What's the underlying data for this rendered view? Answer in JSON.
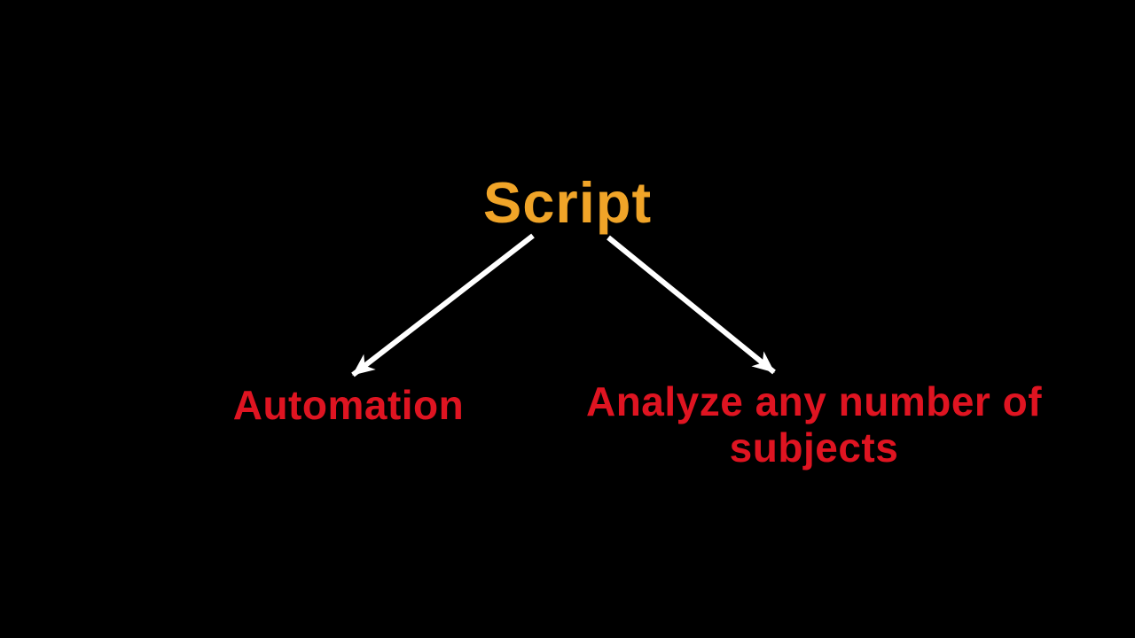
{
  "diagram": {
    "background_color": "#000000",
    "arrow_color": "#FFFFFF",
    "root": {
      "label": "Script",
      "color": "#F0A428"
    },
    "children": [
      {
        "label": "Automation",
        "color": "#DF1421"
      },
      {
        "label": "Analyze any number of subjects",
        "color": "#DF1421"
      }
    ]
  }
}
